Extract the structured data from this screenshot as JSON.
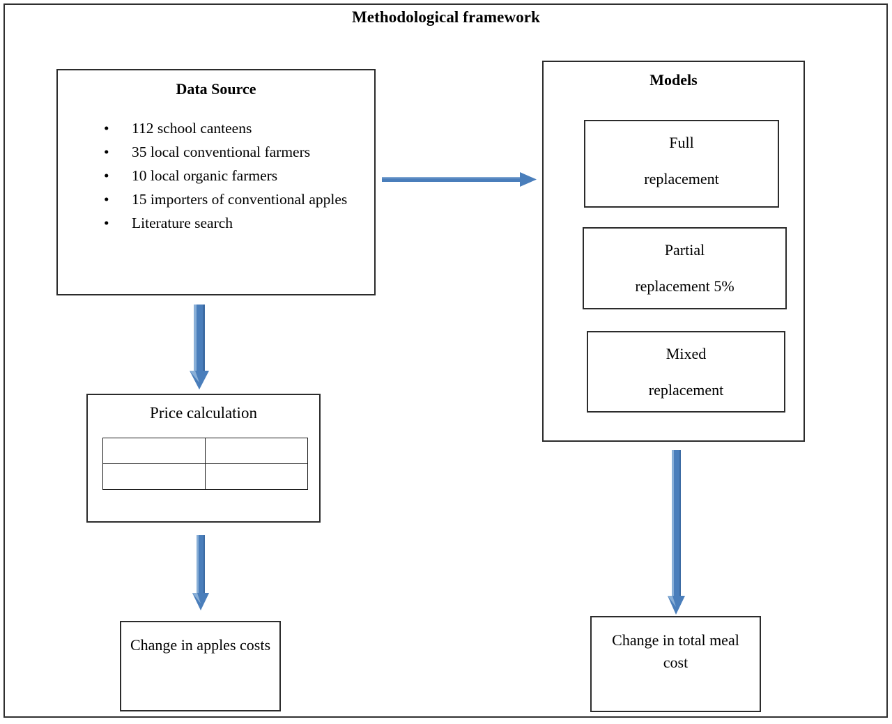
{
  "figure": {
    "title": "Methodological framework"
  },
  "data_source": {
    "heading": "Data Source",
    "bullet_glyph": "•",
    "items": [
      "112 school canteens",
      "35 local conventional farmers",
      "10 local organic farmers",
      "15 importers of conventional apples",
      "Literature search"
    ]
  },
  "models": {
    "heading": "Models",
    "items": [
      {
        "line1": "Full",
        "line2": "replacement"
      },
      {
        "line1": "Partial",
        "line2": "replacement 5%"
      },
      {
        "line1": "Mixed",
        "line2": "replacement"
      }
    ]
  },
  "price_calculation": {
    "title": "Price calculation",
    "table": {
      "rows": [
        [
          "",
          ""
        ],
        [
          "",
          ""
        ]
      ]
    }
  },
  "outcomes": {
    "apples_cost": "Change in apples costs",
    "meal_cost": "Change in total meal cost"
  },
  "arrows": {
    "color": "#4A7EBB",
    "edge_color": "#8FB3D9",
    "items": [
      {
        "name": "source-to-models",
        "direction": "right",
        "from": "data-source-box",
        "to": "models-box"
      },
      {
        "name": "source-to-price",
        "direction": "down",
        "from": "data-source-box",
        "to": "price-box"
      },
      {
        "name": "price-to-apples",
        "direction": "down",
        "from": "price-box",
        "to": "apples-cost-box"
      },
      {
        "name": "models-to-meal",
        "direction": "down",
        "from": "models-box",
        "to": "meal-cost-box"
      }
    ]
  }
}
